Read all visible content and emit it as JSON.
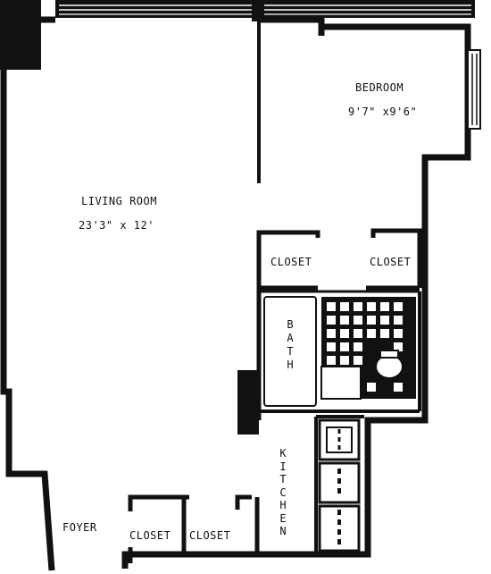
{
  "rooms": {
    "living_room": {
      "label": "LIVING ROOM",
      "dimensions": "23'3\" x 12'"
    },
    "bedroom": {
      "label": "BEDROOM",
      "dimensions": "9'7\" x9'6\""
    },
    "bath": {
      "label": "BATH"
    },
    "kitchen": {
      "label": "KITCHEN"
    },
    "foyer": {
      "label": "FOYER"
    },
    "closet_bedroom_left": {
      "label": "CLOSET"
    },
    "closet_bedroom_right": {
      "label": "CLOSET"
    },
    "closet_foyer_left": {
      "label": "CLOSET"
    },
    "closet_foyer_right": {
      "label": "CLOSET"
    }
  },
  "colors": {
    "wall": "#111111",
    "background": "#ffffff"
  }
}
